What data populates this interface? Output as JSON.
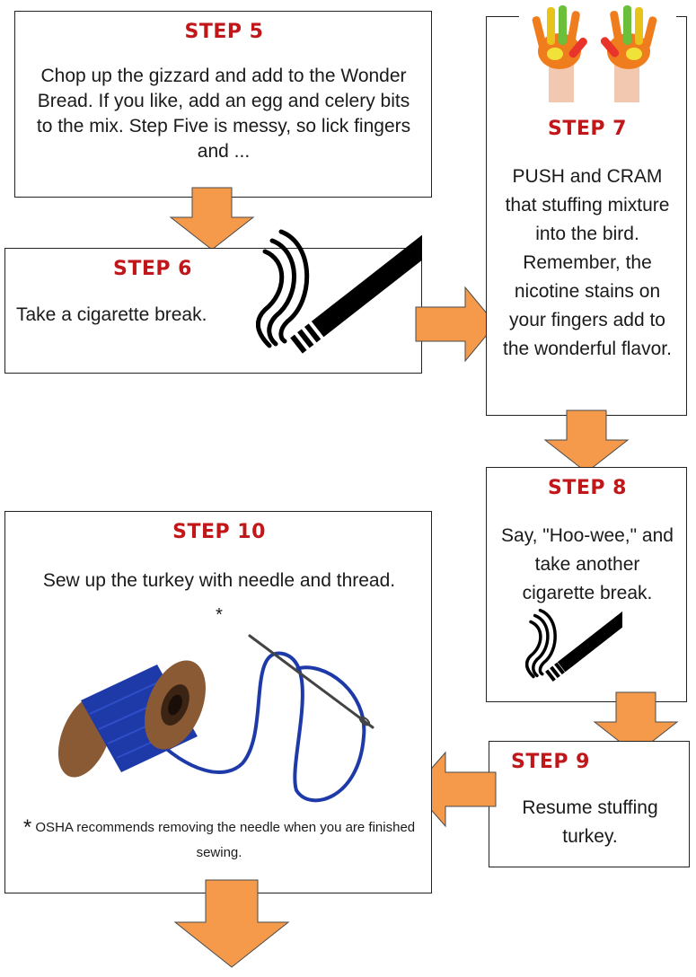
{
  "steps": {
    "s5": {
      "title": "STEP 5",
      "body": "Chop up the gizzard and add to the Wonder Bread. If you like, add an egg and celery bits to the mix. Step Five is messy, so lick fingers and ..."
    },
    "s6": {
      "title": "STEP 6",
      "body": "Take a cigarette break."
    },
    "s7": {
      "title": "STEP 7",
      "body": "PUSH and CRAM that stuffing mixture into the bird. Remember, the nicotine stains on your fingers add to the wonderful flavor."
    },
    "s8": {
      "title": "STEP 8",
      "body": "Say, \"Hoo-wee,\" and take another cigarette break."
    },
    "s9": {
      "title": "STEP 9",
      "body": "Resume stuffing turkey."
    },
    "s10": {
      "title": "STEP 10",
      "body": "Sew up the turkey with needle and thread.",
      "asterisk": "*",
      "footnote_mark": "*",
      "footnote": "OSHA recommends removing the needle when you are finished sewing."
    }
  },
  "colors": {
    "step_title": "#c0171b",
    "arrow_fill": "#f59a4a",
    "arrow_stroke": "#4a4a4a",
    "thread": "#1e3aa8",
    "spool_wood": "#8a5a34"
  },
  "icons": [
    "cigarette-icon",
    "painted-hands-image",
    "spool-and-needle-image",
    "down-arrow",
    "right-arrow",
    "left-arrow"
  ]
}
